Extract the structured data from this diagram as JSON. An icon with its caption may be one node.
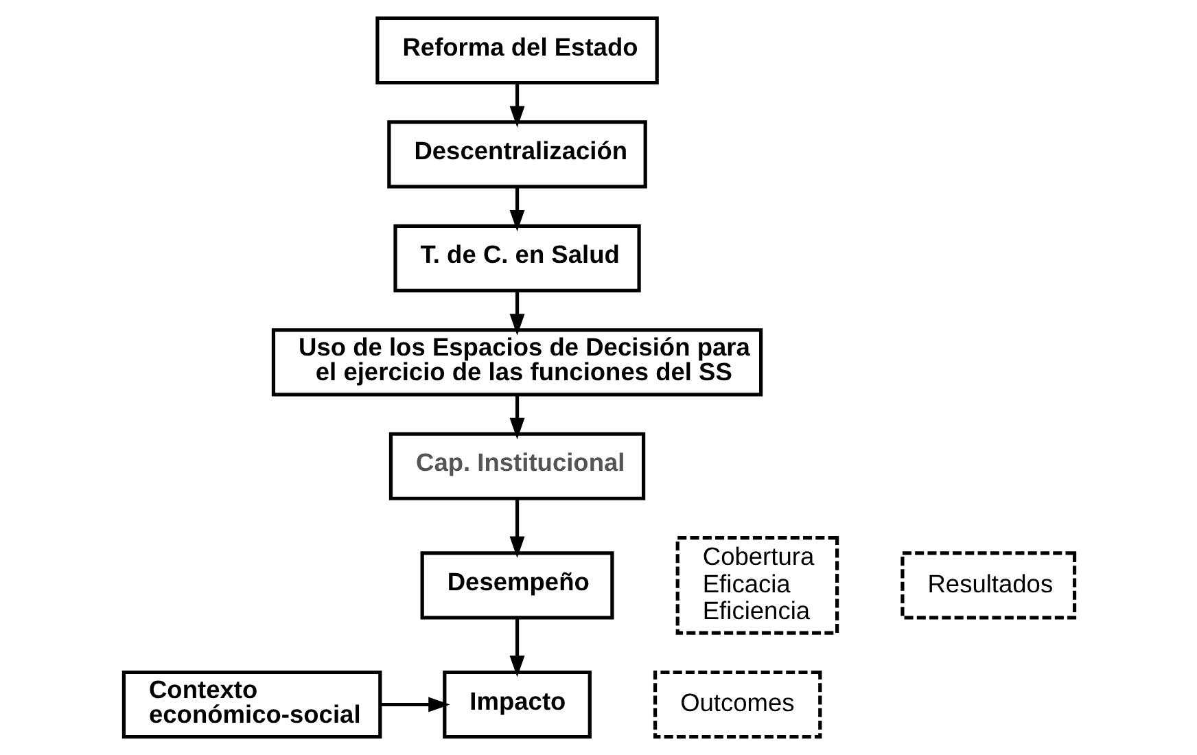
{
  "diagram": {
    "nodes": [
      {
        "text": [
          "Reforma del Estado"
        ]
      },
      {
        "text": [
          "Descentralización"
        ]
      },
      {
        "text": [
          "T. de C. en Salud"
        ]
      },
      {
        "text": [
          "Uso de los Espacios de Decisión para el ejercicio de las funciones del SS"
        ]
      },
      {
        "text": [
          "Cap. Institucional"
        ]
      },
      {
        "text": [
          "Desempeño"
        ]
      },
      {
        "text": [
          "Cobertura",
          "Eficacia",
          "Eficiencia"
        ]
      },
      {
        "text": [
          "Resultados"
        ]
      },
      {
        "text": [
          "Contexto económico-social"
        ]
      },
      {
        "text": [
          "Impacto"
        ]
      },
      {
        "text": [
          "Outcomes"
        ]
      }
    ],
    "edges": [
      {
        "from": 0,
        "to": 1,
        "arrow": "to"
      },
      {
        "from": 1,
        "to": 2,
        "arrow": "to"
      },
      {
        "from": 2,
        "to": 3,
        "arrow": "to"
      },
      {
        "from": 3,
        "to": 4,
        "arrow": "to"
      },
      {
        "from": 4,
        "to": 5,
        "arrow": "to"
      },
      {
        "from": 5,
        "to": 9,
        "arrow": "to"
      },
      {
        "from": 8,
        "to": 9,
        "arrow": "to"
      }
    ]
  }
}
